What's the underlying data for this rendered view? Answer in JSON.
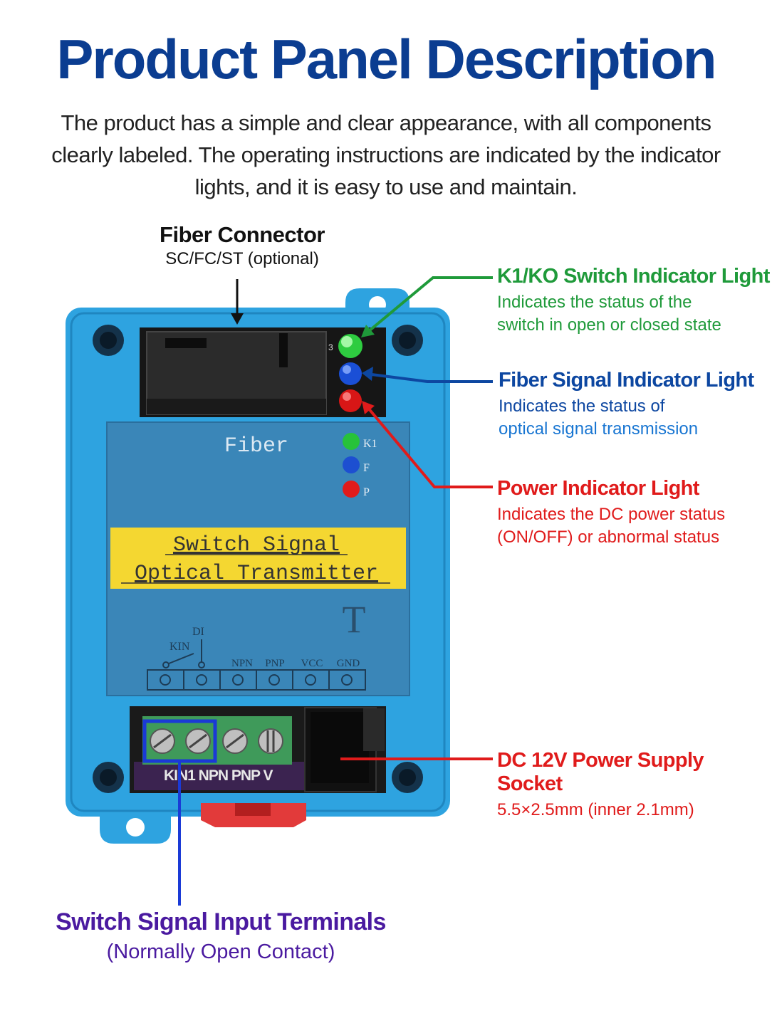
{
  "title": "Product Panel Description",
  "intro": "The product has a simple and clear appearance, with all components clearly labeled. The operating instructions are indicated by the indicator lights, and it is easy to use and maintain.",
  "fiber_connector": {
    "heading": "Fiber Connector",
    "sub": "SC/FC/ST (optional)"
  },
  "callouts": {
    "k1": {
      "heading": "K1/KO Switch Indicator Light",
      "desc1": "Indicates the status of the",
      "desc2": "switch in open or closed state",
      "color": "#1f9a3a"
    },
    "fiber": {
      "heading": "Fiber Signal Indicator Light",
      "desc1": "Indicates the status of",
      "desc2": "optical signal transmission",
      "color": "#0d47a1"
    },
    "power": {
      "heading": "Power Indicator Light",
      "desc1": "Indicates the DC power status",
      "desc2": "(ON/OFF) or abnormal status",
      "color": "#e01b1b"
    },
    "dc": {
      "heading": "DC 12V Power Supply Socket",
      "desc1": "5.5×2.5mm (inner 2.1mm)",
      "color": "#e01b1b"
    }
  },
  "input_terminals": {
    "heading": "Switch Signal Input Terminals",
    "sub": "(Normally Open Contact)",
    "color": "#4a1aa0"
  },
  "panel": {
    "brand": "Fiber",
    "led_labels": [
      "K1",
      "F",
      "P"
    ],
    "band_line1": "Switch Signal",
    "band_line2": "Optical Transmitter",
    "type_letter": "T",
    "di_label": "DI",
    "kin_label": "KIN",
    "terminal_labels": [
      "NPN",
      "PNP",
      "VCC",
      "GND"
    ],
    "pcb_label": "KIN1  NPN PNP V",
    "led_number": "3"
  }
}
